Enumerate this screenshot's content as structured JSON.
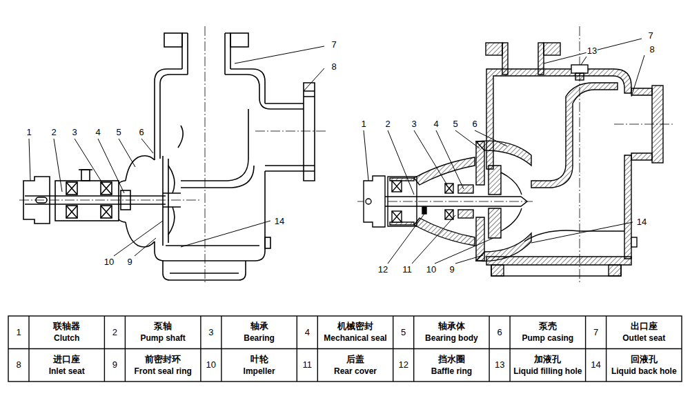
{
  "diagram": {
    "labels": [
      "1",
      "2",
      "3",
      "4",
      "5",
      "6",
      "7",
      "8",
      "14",
      "10",
      "9",
      "1",
      "2",
      "3",
      "4",
      "5",
      "6",
      "7",
      "13",
      "8",
      "14",
      "12",
      "11",
      "10",
      "9",
      "1",
      "联轴器",
      "Clutch",
      "2",
      "泵轴",
      "Pump shaft",
      "3",
      "轴承",
      "Bearing",
      "4",
      "机械密封",
      "Mechanical seal",
      "5",
      "轴承体",
      "Bearing body",
      "6",
      "泵壳",
      "Pump casing",
      "7",
      "出口座",
      "Outlet seat",
      "8",
      "进口座",
      "Inlet seat",
      "9",
      "前密封环",
      "Front seal ring",
      "10",
      "叶轮",
      "Impeller",
      "11",
      "后盖",
      "Rear cover",
      "12",
      "挡水圈",
      "Baffle ring",
      "13",
      "加液孔",
      "Liquid filling hole",
      "14",
      "回液孔",
      "Liquid back hole"
    ]
  }
}
